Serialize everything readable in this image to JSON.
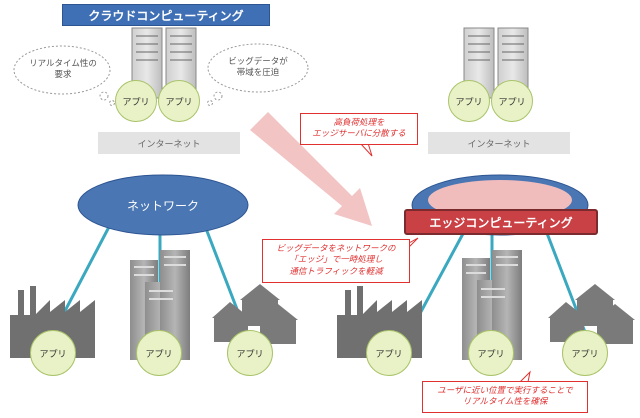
{
  "left": {
    "title": "クラウドコンピューティング",
    "thought_left": "リアルタイム性の\n要求",
    "thought_right": "ビッグデータが\n帯域を圧迫",
    "internet": "インターネット",
    "network": "ネットワーク",
    "app_label": "アプリ"
  },
  "right": {
    "internet": "インターネット",
    "edge": "エッジコンピューティング",
    "app_label": "アプリ"
  },
  "callouts": {
    "offload": "高負荷処理を\nエッジサーバに分散する",
    "bigdata": "ビッグデータをネットワークの\n「エッジ」で一時処理し\n通信トラフィックを軽減",
    "realtime": "ユーザに近い位置で実行することで\nリアルタイム性を確保"
  },
  "colors": {
    "title_blue": "#3f6fb5",
    "network_blue": "#4a77b4",
    "edge_red": "#c94045",
    "edge_pink": "#f0bcbc",
    "link_teal": "#3aa8bf",
    "app_green": "#e9f2c6",
    "callout_red": "#e03030",
    "arrow_pink": "#f2c4c4"
  },
  "icons": [
    "server-icon",
    "factory-icon",
    "building-icon",
    "house-icon",
    "thought-cloud-icon",
    "arrow-icon"
  ]
}
